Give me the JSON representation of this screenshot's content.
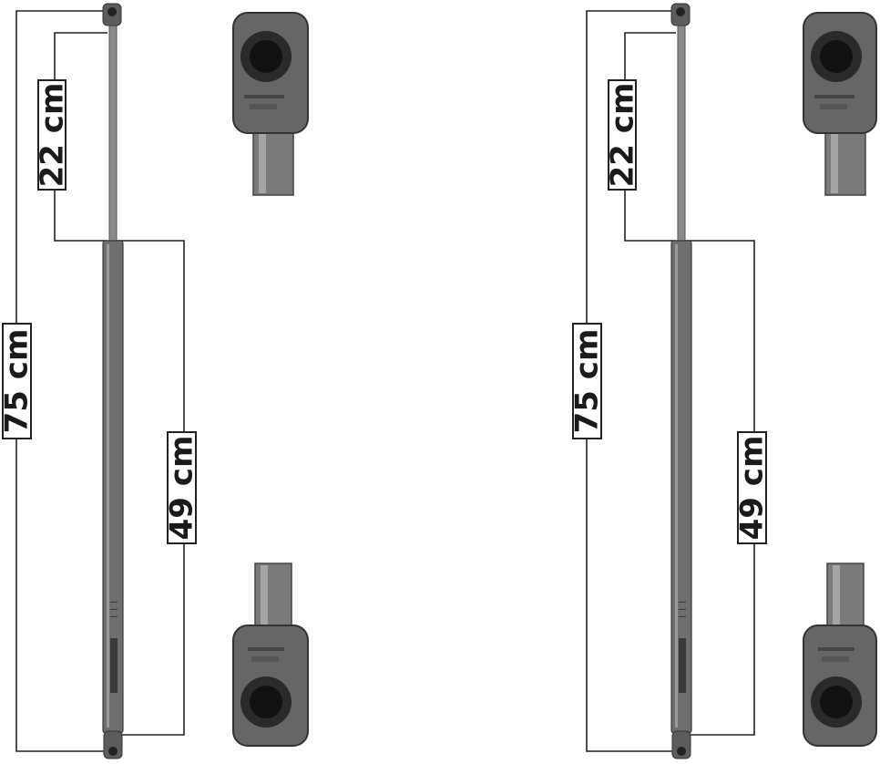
{
  "diagram": {
    "units": [
      {
        "id": "left",
        "total_length": "75 cm",
        "stroke_length": "22 cm",
        "body_length": "49 cm"
      },
      {
        "id": "right",
        "total_length": "75 cm",
        "stroke_length": "22 cm",
        "body_length": "49 cm"
      }
    ],
    "colors": {
      "dimension_line": "#222222",
      "rod": "#8a8a8a",
      "cylinder": "#6e6e6e",
      "end_fitting": "#5c5c5c",
      "background": "#ffffff"
    }
  }
}
